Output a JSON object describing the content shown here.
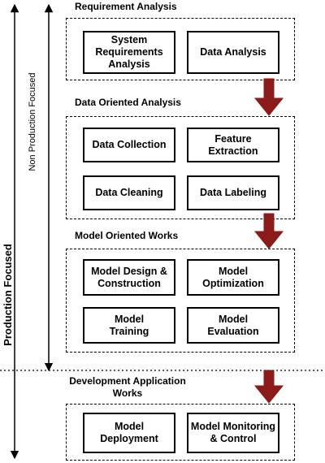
{
  "axes": {
    "outer_label": "Production Focused",
    "inner_label": "Non Production Focused"
  },
  "sections": [
    {
      "title": "Requirement Analysis",
      "boxes": [
        "System\nRequirements\nAnalysis",
        "Data Analysis"
      ]
    },
    {
      "title": "Data Oriented Analysis",
      "boxes": [
        "Data Collection",
        "Feature\nExtraction",
        "Data Cleaning",
        "Data Labeling"
      ]
    },
    {
      "title": "Model Oriented Works",
      "boxes": [
        "Model Design &\nConstruction",
        "Model\nOptimization",
        "Model\nTraining",
        "Model\nEvaluation"
      ]
    },
    {
      "title": "Development Application\nWorks",
      "boxes": [
        "Model\nDeployment",
        "Model Monitoring\n& Control"
      ]
    }
  ],
  "colors": {
    "arrow": "#8b1a1a",
    "line": "#000000"
  },
  "icons": {
    "flow_arrow": "down-arrow-icon"
  }
}
